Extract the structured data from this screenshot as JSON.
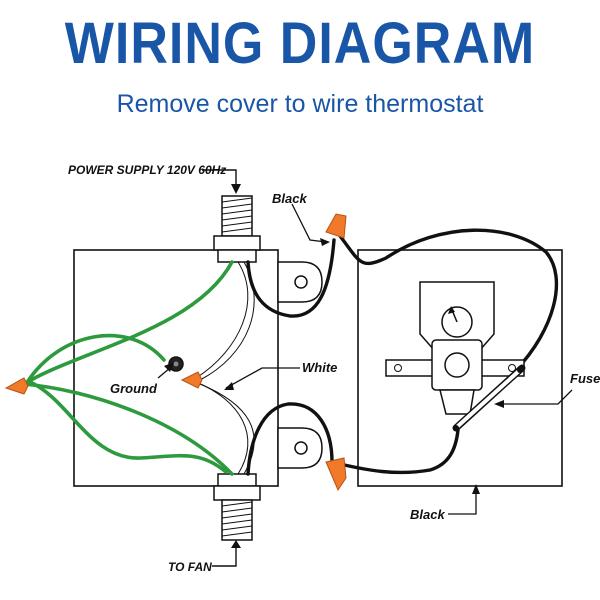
{
  "title": "WIRING DIAGRAM",
  "subtitle": "Remove cover to wire thermostat",
  "labels": {
    "power_supply": "POWER SUPPLY 120V 60Hz",
    "black_top": "Black",
    "white": "White",
    "ground": "Ground",
    "fuse": "Fuse",
    "black_bottom": "Black",
    "to_fan": "TO FAN"
  },
  "colors": {
    "title": "#1a56a8",
    "ground_wire": "#2e9a3e",
    "wire_nut": "#f07a2a",
    "wire": "#111111"
  }
}
